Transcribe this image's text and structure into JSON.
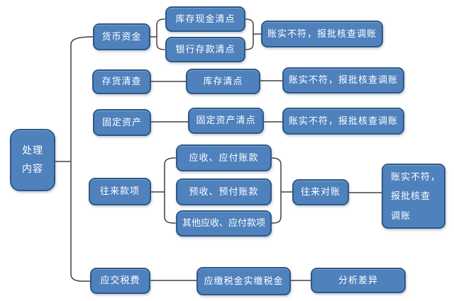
{
  "palette": {
    "background": "#ffffff",
    "box_fill": "#4f81bd",
    "box_border": "#2d5986",
    "box_text": "#ffffff",
    "line": "#404040"
  },
  "nodes": {
    "root": {
      "lines": [
        "处理",
        "内容"
      ]
    },
    "monetary_funds": {
      "label": "货币资金"
    },
    "cash_on_hand_count": {
      "label": "库存现金清点"
    },
    "bank_deposit_count": {
      "label": "银行存款清点"
    },
    "monetary_result": {
      "label": "账实不符，报批核查调账"
    },
    "inventory_check": {
      "label": "存货清查"
    },
    "inventory_count": {
      "label": "库存清点"
    },
    "inventory_result": {
      "label": "账实不符，报批核查调账"
    },
    "fixed_assets": {
      "label": "固定资产"
    },
    "fixed_assets_count": {
      "label": "固定资产清点"
    },
    "fixed_assets_result": {
      "label": "账实不符，报批核查调账"
    },
    "current_accounts": {
      "label": "往来款项"
    },
    "receivable_payable": {
      "label": "应收、应付账款"
    },
    "advance_prepaid": {
      "label": "预收、预付账款"
    },
    "other_receivable_payable": {
      "label": "其他应收、应付款项"
    },
    "reconciliation": {
      "label": "往来对账"
    },
    "current_result": {
      "lines": [
        "账实不符，",
        "报批核查",
        "调账"
      ]
    },
    "taxes_payable": {
      "label": "应交税费"
    },
    "tax_comparison": {
      "label": "应缴税金实缴税金"
    },
    "analyze_difference": {
      "label": "分析差异"
    }
  }
}
